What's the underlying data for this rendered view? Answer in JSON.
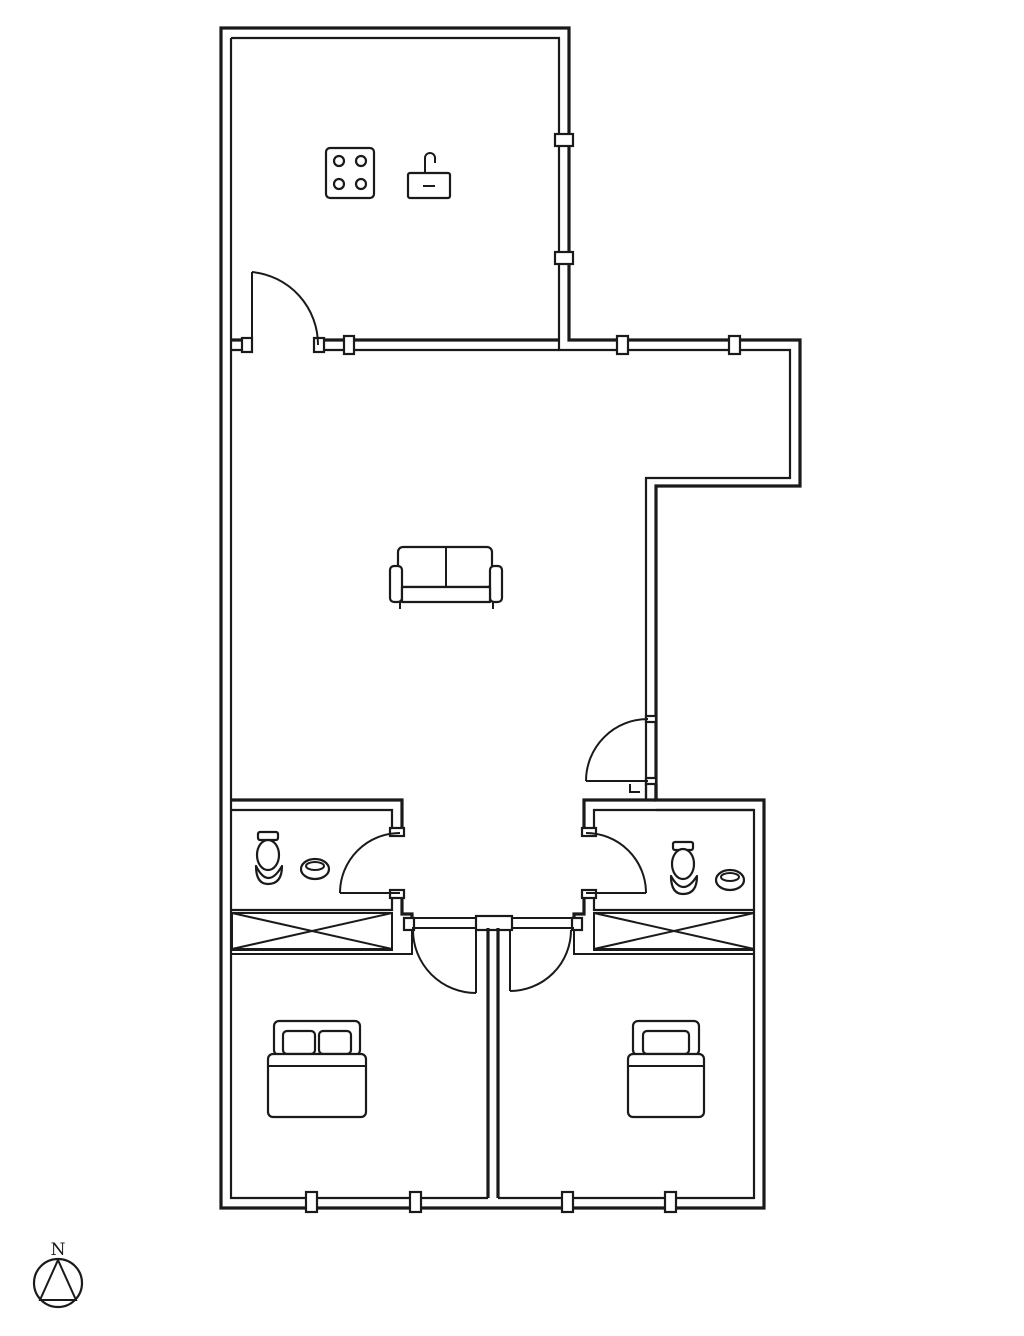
{
  "compass": {
    "label": "N"
  },
  "rooms": [
    {
      "id": "kitchen",
      "fixtures": [
        "cooktop-icon",
        "sink-icon"
      ]
    },
    {
      "id": "living-room",
      "fixtures": [
        "sofa-icon"
      ]
    },
    {
      "id": "bathroom-left",
      "fixtures": [
        "toilet-icon",
        "basin-icon"
      ]
    },
    {
      "id": "bathroom-right",
      "fixtures": [
        "toilet-icon",
        "basin-icon"
      ]
    },
    {
      "id": "closet-left",
      "fixtures": [
        "wardrobe-icon"
      ]
    },
    {
      "id": "closet-right",
      "fixtures": [
        "wardrobe-icon"
      ]
    },
    {
      "id": "bedroom-left",
      "fixtures": [
        "double-bed-icon"
      ]
    },
    {
      "id": "bedroom-right",
      "fixtures": [
        "single-bed-icon"
      ]
    }
  ],
  "colors": {
    "line": "#1a1a1a",
    "background": "#ffffff"
  }
}
